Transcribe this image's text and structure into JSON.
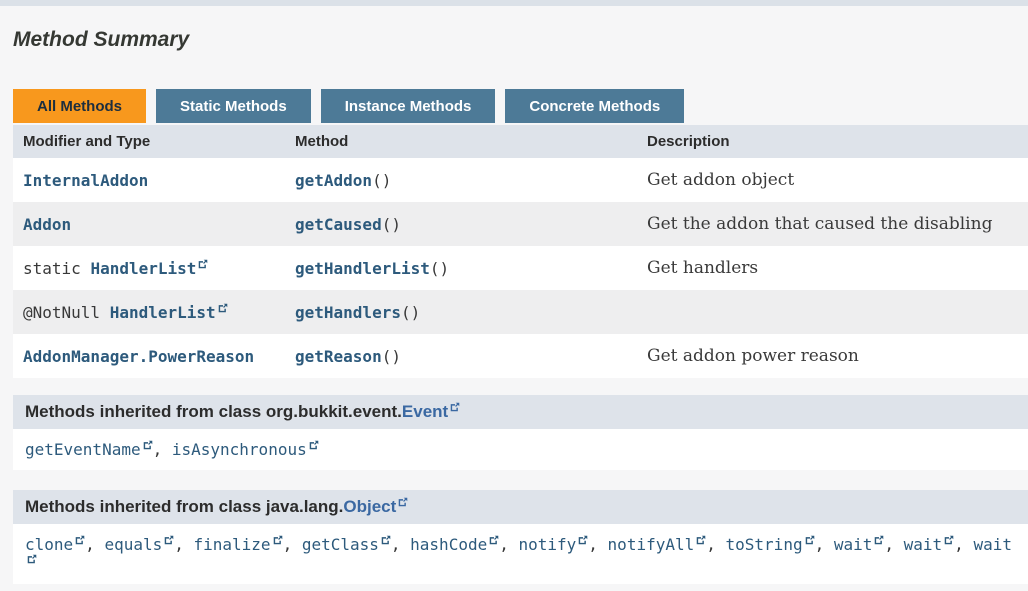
{
  "page": {
    "title": "Method Summary"
  },
  "colors": {
    "active_tab_bg": "#F8981D",
    "inactive_tab_bg": "#4D7A97",
    "header_bg": "#dee3ea",
    "alt_row_bg": "#eeeeef",
    "code_link": "#2d5a7c",
    "class_link": "#3a68a2"
  },
  "tabs": [
    {
      "label": "All Methods",
      "active": true
    },
    {
      "label": "Static Methods",
      "active": false
    },
    {
      "label": "Instance Methods",
      "active": false
    },
    {
      "label": "Concrete Methods",
      "active": false
    }
  ],
  "punct": {
    "comma": ", "
  },
  "table": {
    "headers": [
      "Modifier and Type",
      "Method",
      "Description"
    ],
    "parens": "()",
    "rows": [
      {
        "modifier": "",
        "type": "InternalAddon",
        "type_external": false,
        "method": "getAddon",
        "description": "Get addon object"
      },
      {
        "modifier": "",
        "type": "Addon",
        "type_external": false,
        "method": "getCaused",
        "description": "Get the addon that caused the disabling"
      },
      {
        "modifier": "static ",
        "type": "HandlerList",
        "type_external": true,
        "method": "getHandlerList",
        "description": "Get handlers"
      },
      {
        "modifier": "@NotNull ",
        "type": "HandlerList",
        "type_external": true,
        "method": "getHandlers",
        "description": ""
      },
      {
        "modifier": "",
        "type": "AddonManager.PowerReason",
        "type_external": false,
        "method": "getReason",
        "description": "Get addon power reason"
      }
    ]
  },
  "inherited_sections": [
    {
      "heading_prefix": "Methods inherited from class org.bukkit.event.",
      "class_name": "Event",
      "methods": [
        "getEventName",
        "isAsynchronous"
      ]
    },
    {
      "heading_prefix": "Methods inherited from class java.lang.",
      "class_name": "Object",
      "methods": [
        "clone",
        "equals",
        "finalize",
        "getClass",
        "hashCode",
        "notify",
        "notifyAll",
        "toString",
        "wait",
        "wait",
        "wait"
      ]
    }
  ]
}
